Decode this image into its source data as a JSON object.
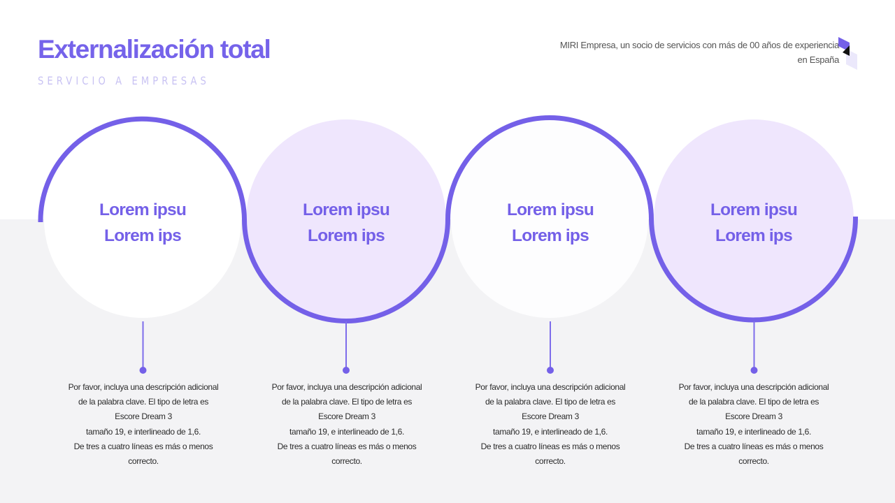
{
  "header": {
    "title": "Externalización total",
    "subtitle": "SERVICIO A EMPRESAS",
    "tagline_line1": "MIRI Empresa, un socio de servicios con más de 00 años de experiencia",
    "tagline_line2": "en España",
    "logo_icon": "cube-logo-icon"
  },
  "colors": {
    "accent": "#7460e8",
    "title": "#7563ea",
    "subtitle": "#c8c2f3",
    "circle_light": "#ffffff",
    "circle_lavender": "#efe6fd",
    "band": "#f3f3f5",
    "text": "#2b2b2b"
  },
  "steps": [
    {
      "title_line1": "Lorem ipsu",
      "title_line2": "Lorem ips",
      "description": [
        "Por favor, incluya una descripción adicional",
        "de la palabra clave. El tipo de letra es",
        "Escore Dream 3",
        "tamaño 19, e interlineado de 1,6.",
        "De tres a cuatro líneas es más o menos",
        "correcto."
      ]
    },
    {
      "title_line1": "Lorem ipsu",
      "title_line2": "Lorem ips",
      "description": [
        "Por favor, incluya una descripción adicional",
        "de la palabra clave. El tipo de letra es",
        "Escore Dream 3",
        "tamaño 19, e interlineado de 1,6.",
        "De tres a cuatro líneas es más o menos",
        "correcto."
      ]
    },
    {
      "title_line1": "Lorem ipsu",
      "title_line2": "Lorem ips",
      "description": [
        "Por favor, incluya una descripción adicional",
        "de la palabra clave. El tipo de letra es",
        "Escore Dream 3",
        "tamaño 19, e interlineado de 1,6.",
        "De tres a cuatro líneas es más o menos",
        "correcto."
      ]
    },
    {
      "title_line1": "Lorem ipsu",
      "title_line2": "Lorem ips",
      "description": [
        "Por favor, incluya una descripción adicional",
        "de la palabra clave. El tipo de letra es",
        "Escore Dream 3",
        "tamaño 19, e interlineado de 1,6.",
        "De tres a cuatro líneas es más o menos",
        "correcto."
      ]
    }
  ]
}
